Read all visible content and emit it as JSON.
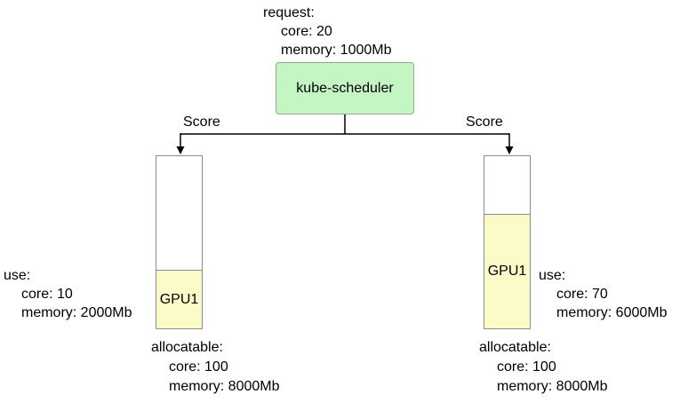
{
  "request": {
    "title": "request:",
    "lines": [
      "core: 20",
      "memory: 1000Mb"
    ]
  },
  "scheduler": {
    "label": "kube-scheduler",
    "fill_color": "#c3f6c3",
    "border_color": "#8fac8f"
  },
  "edges": [
    {
      "label": "Score"
    },
    {
      "label": "Score"
    }
  ],
  "nodes": [
    {
      "gpu_label": "GPU1",
      "fill_color": "#fbfbc8",
      "use": {
        "title": "use:",
        "lines": [
          "core: 10",
          "memory: 2000Mb"
        ]
      },
      "allocatable": {
        "title": "allocatable:",
        "lines": [
          "core: 100",
          "memory: 8000Mb"
        ]
      }
    },
    {
      "gpu_label": "GPU1",
      "fill_color": "#fbfbc8",
      "use": {
        "title": "use:",
        "lines": [
          "core: 70",
          "memory: 6000Mb"
        ]
      },
      "allocatable": {
        "title": "allocatable:",
        "lines": [
          "core: 100",
          "memory: 8000Mb"
        ]
      }
    }
  ]
}
